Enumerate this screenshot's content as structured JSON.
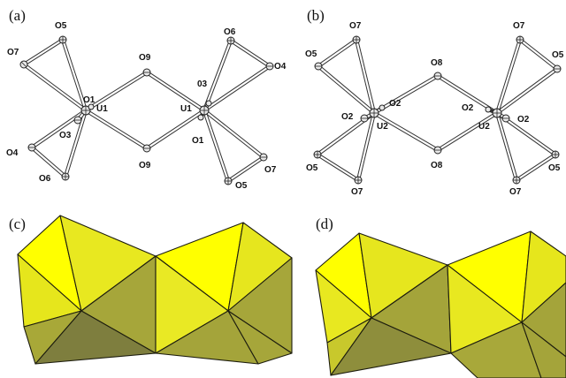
{
  "panels": {
    "a": {
      "label": "(a)"
    },
    "b": {
      "label": "(b)"
    },
    "c": {
      "label": "(c)"
    },
    "d": {
      "label": "(d)"
    }
  },
  "structure_a": {
    "atoms": [
      {
        "id": "U1L",
        "label": "U1",
        "metal": true
      },
      {
        "id": "U1R",
        "label": "U1",
        "metal": true
      },
      {
        "id": "O5a",
        "label": "O5"
      },
      {
        "id": "O7a",
        "label": "O7"
      },
      {
        "id": "O1a",
        "label": "O1"
      },
      {
        "id": "O3a",
        "label": "O3"
      },
      {
        "id": "O4a",
        "label": "O4"
      },
      {
        "id": "O6a",
        "label": "O6"
      },
      {
        "id": "O9t",
        "label": "O9"
      },
      {
        "id": "O9b",
        "label": "O9"
      },
      {
        "id": "O6b",
        "label": "O6"
      },
      {
        "id": "O4b",
        "label": "O4"
      },
      {
        "id": "O3b",
        "label": "03"
      },
      {
        "id": "O1b",
        "label": "O1"
      },
      {
        "id": "O7b",
        "label": "O7"
      },
      {
        "id": "O5b",
        "label": "O5"
      }
    ]
  },
  "structure_b": {
    "atoms": [
      {
        "id": "U2L",
        "label": "U2",
        "metal": true
      },
      {
        "id": "U2R",
        "label": "U2",
        "metal": true
      },
      {
        "id": "bO7a",
        "label": "O7"
      },
      {
        "id": "bO5a",
        "label": "O5"
      },
      {
        "id": "bO2a",
        "label": "O2"
      },
      {
        "id": "bO2b",
        "label": "O2"
      },
      {
        "id": "bO5b",
        "label": "O5"
      },
      {
        "id": "bO7b",
        "label": "O7"
      },
      {
        "id": "bO8t",
        "label": "O8"
      },
      {
        "id": "bO8b",
        "label": "O8"
      },
      {
        "id": "bO7c",
        "label": "O7"
      },
      {
        "id": "bO5c",
        "label": "O5"
      },
      {
        "id": "bO2c",
        "label": "O2"
      },
      {
        "id": "bO2d",
        "label": "O2"
      },
      {
        "id": "bO5d",
        "label": "O5"
      },
      {
        "id": "bO7d",
        "label": "O7"
      }
    ]
  },
  "polyhedra": {
    "colors": {
      "bright": "#ffff00",
      "light": "#e8e820",
      "mid": "#c6c62c",
      "olive": "#a4a43a",
      "dark": "#80803c"
    }
  }
}
